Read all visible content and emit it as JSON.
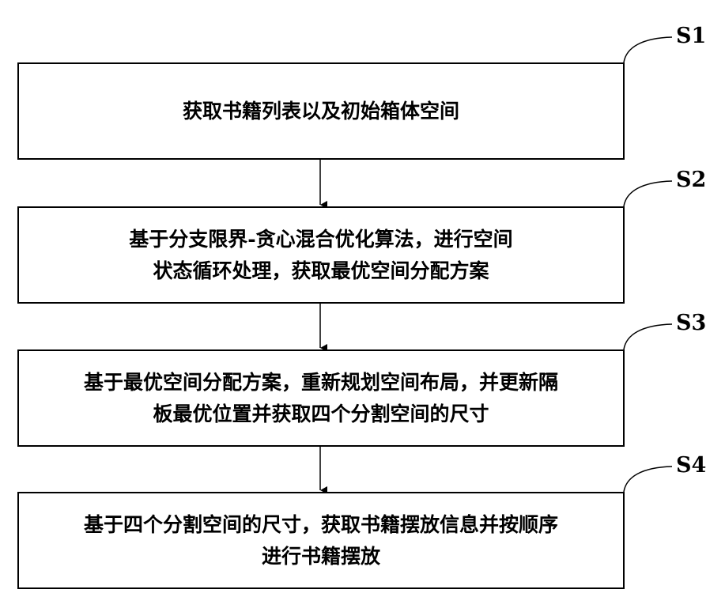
{
  "steps": [
    {
      "label": "S1",
      "lines": [
        "获取书籍列表以及初始箱体空间"
      ]
    },
    {
      "label": "S2",
      "lines": [
        "基于分支限界-贪心混合优化算法，进行空间",
        "状态循环处理，获取最优空间分配方案"
      ]
    },
    {
      "label": "S3",
      "lines": [
        "基于最优空间分配方案，重新规划空间布局，并更新隔",
        "板最优位置并获取四个分割空间的尺寸"
      ]
    },
    {
      "label": "S4",
      "lines": [
        "基于四个分割空间的尺寸，获取书籍摆放信息并按顺序",
        "进行书籍摆放"
      ]
    }
  ]
}
